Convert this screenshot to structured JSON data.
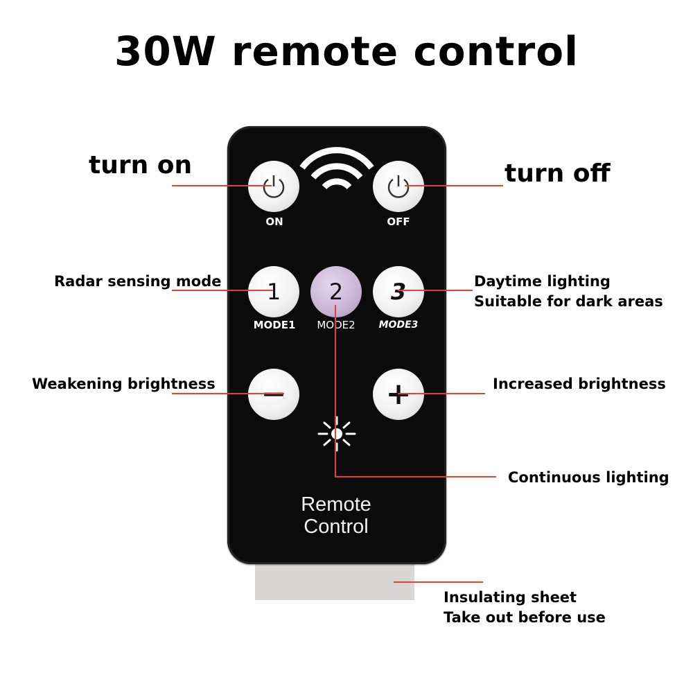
{
  "title": "30W remote control",
  "colors": {
    "leader_line": "#e2432a",
    "remote_body": "#0b0b0b",
    "mode2_button": "#c9b3d6",
    "sheet": "#d9d6d6"
  },
  "labels": {
    "turn_on": "turn on",
    "turn_off": "turn off",
    "radar": "Radar sensing mode",
    "daytime_1": "Daytime lighting",
    "daytime_2": "Suitable for dark areas",
    "weakening": "Weakening brightness",
    "increased": "Increased brightness",
    "continuous": "Continuous lighting",
    "sheet_1": "Insulating sheet",
    "sheet_2": "Take out before use"
  },
  "remote": {
    "on_caption": "ON",
    "off_caption": "OFF",
    "buttons": {
      "mode1": {
        "symbol": "1",
        "caption": "MODE1"
      },
      "mode2": {
        "symbol": "2",
        "caption": "MODE2"
      },
      "mode3": {
        "symbol": "3",
        "caption": "MODE3"
      },
      "minus": {
        "symbol": "−"
      },
      "plus": {
        "symbol": "+"
      }
    },
    "footer_line1": "Remote",
    "footer_line2": "Control"
  },
  "icons": [
    "power-icon",
    "signal-waves-icon",
    "sun-icon"
  ]
}
